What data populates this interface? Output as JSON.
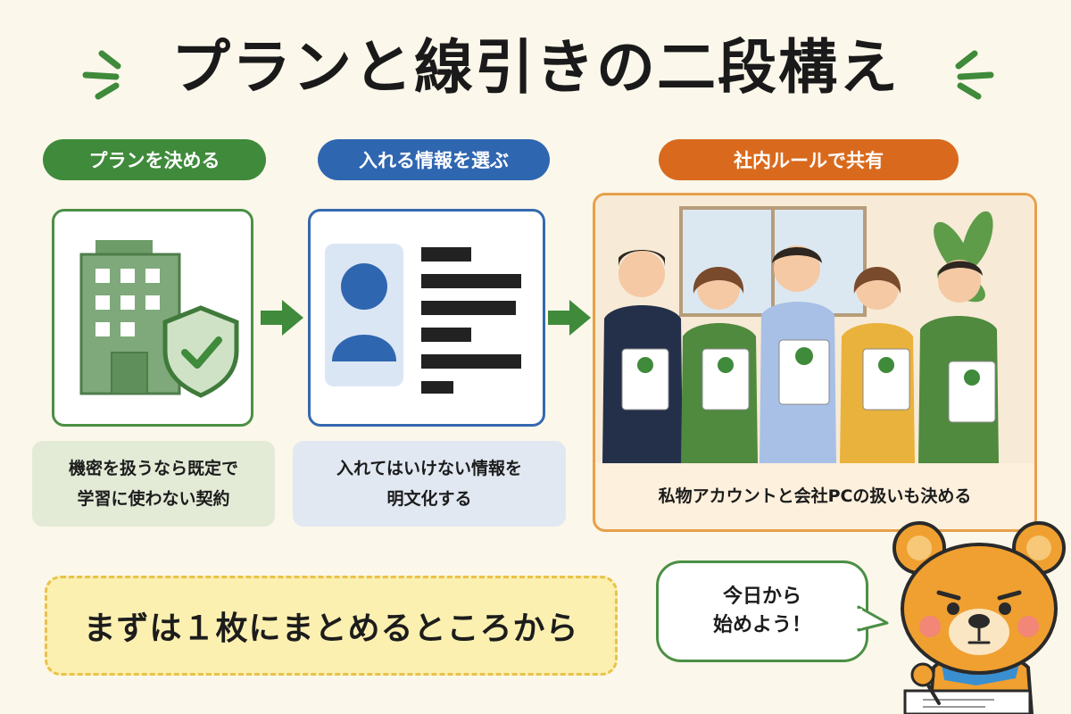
{
  "title": "プランと線引きの二段構え",
  "steps": [
    {
      "label": "プランを決める",
      "caption": "機密を扱うなら既定で\n学習に使わない契約",
      "color": "#3f8a3b"
    },
    {
      "label": "入れる情報を選ぶ",
      "caption": "入れてはいけない情報を\n明文化する",
      "color": "#2f66b0"
    },
    {
      "label": "社内ルールで共有",
      "caption": "私物アカウントと会社PCの扱いも決める",
      "color": "#d96a1d"
    }
  ],
  "icons": {
    "step1": [
      "office-building-icon",
      "shield-check-icon"
    ],
    "step2": "profile-card-icon",
    "step3": "team-checklist-illustration",
    "arrows": "arrow-right-icon",
    "mascot": "bear-mascot"
  },
  "banner": "まずは１枚にまとめるところから",
  "speech_bubble": "今日から\n始めよう！"
}
